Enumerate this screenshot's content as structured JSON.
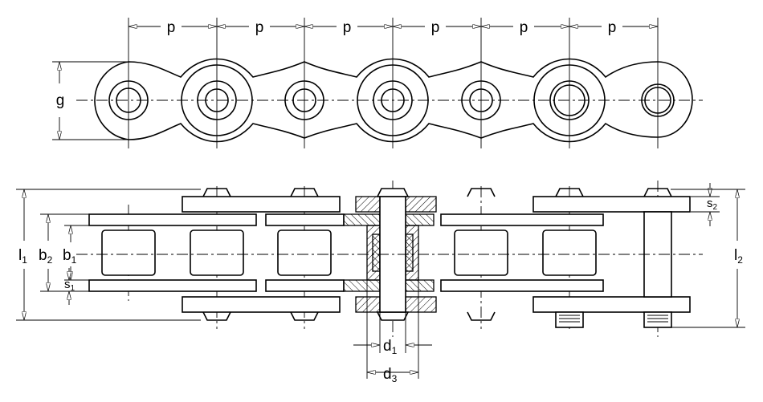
{
  "diagram": {
    "pitch_labels": [
      "p",
      "p",
      "p",
      "p",
      "p",
      "p"
    ],
    "labels": {
      "g": "g",
      "l1": "l",
      "l1_sub": "1",
      "b2": "b",
      "b2_sub": "2",
      "b1": "b",
      "b1_sub": "1",
      "s1": "s",
      "s1_sub": "1",
      "s2": "s",
      "s2_sub": "2",
      "l2": "l",
      "l2_sub": "2",
      "d1": "d",
      "d1_sub": "1",
      "d3": "d",
      "d3_sub": "3"
    }
  }
}
